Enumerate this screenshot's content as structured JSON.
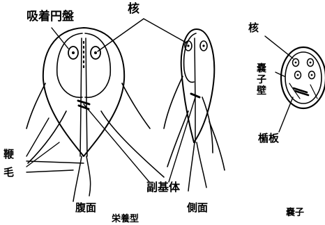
{
  "labels": {
    "sucking_disc": "吸着円盤",
    "nucleus_top": "核",
    "nucleus_cyst": "核",
    "cyst_wall_1": "嚢",
    "cyst_wall_2": "子",
    "cyst_wall_3": "壁",
    "median_body": "楯板",
    "flagellum_1": "鞭",
    "flagellum_2": "毛",
    "parabasal_body": "副基体",
    "ventral_view": "腹面",
    "lateral_view": "側面",
    "trophozoite": "栄養型",
    "cyst": "嚢子"
  },
  "colors": {
    "ink": "#000000",
    "background": "#ffffff"
  }
}
